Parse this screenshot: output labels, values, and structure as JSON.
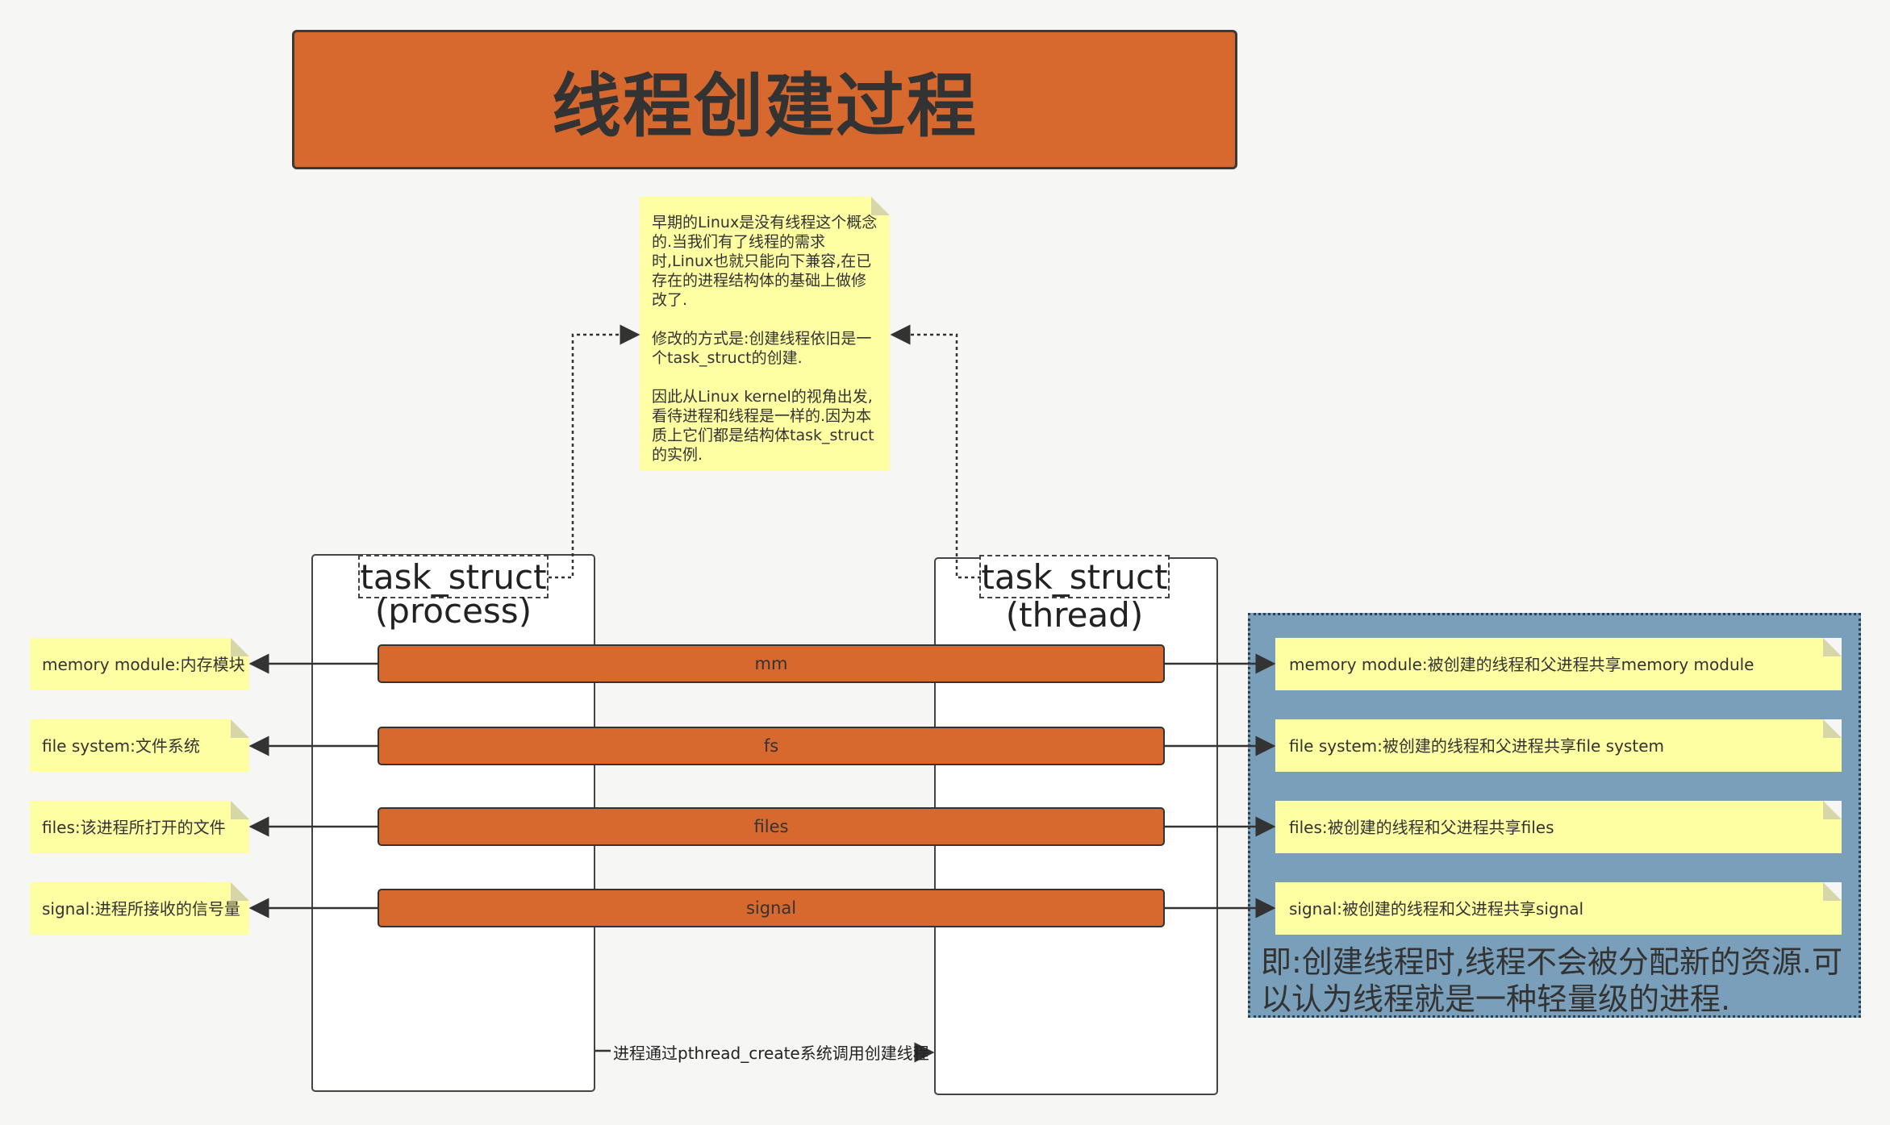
{
  "title": "线程创建过程",
  "center_note": {
    "p1": "早期的Linux是没有线程这个概念的.当我们有了线程的需求时,Linux也就只能向下兼容,在已存在的进程结构体的基础上做修改了.",
    "p2": "修改的方式是:创建线程依旧是一个task_struct的创建.",
    "p3": "因此从Linux kernel的视角出发,看待进程和线程是一样的.因为本质上它们都是结构体task_struct的实例."
  },
  "process": {
    "label": "task_struct",
    "sub": "(process)"
  },
  "thread": {
    "label": "task_struct",
    "sub": "(thread)"
  },
  "bars": [
    "mm",
    "fs",
    "files",
    "signal"
  ],
  "left_notes": [
    "memory module:内存模块",
    "file system:文件系统",
    "files:该进程所打开的文件",
    "signal:进程所接收的信号量"
  ],
  "right_notes": [
    "memory module:被创建的线程和父进程共享memory module",
    "file system:被创建的线程和父进程共享file system",
    "files:被创建的线程和父进程共享files",
    "signal:被创建的线程和父进程共享signal"
  ],
  "panel_text": "即:创建线程时,线程不会被分配新的资源.可以认为线程就是一种轻量级的进程.",
  "bottom_label": "进程通过pthread_create系统调用创建线程",
  "colors": {
    "orange": "#d7692f",
    "note_yellow": "#fefea3",
    "panel_blue": "#7a9fba",
    "background": "#f6f6f5"
  }
}
